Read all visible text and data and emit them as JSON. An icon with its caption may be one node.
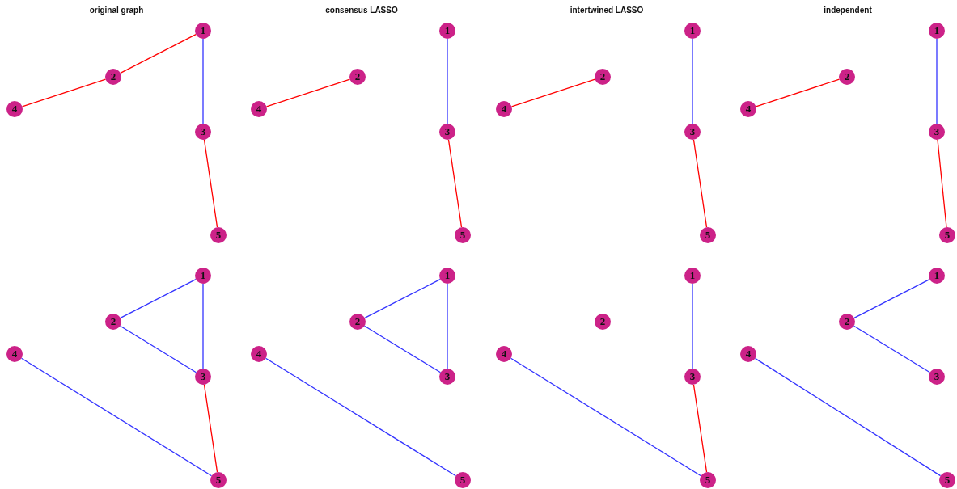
{
  "diagram": {
    "nodes": [
      {
        "text": [
          "1"
        ]
      },
      {
        "text": [
          "2"
        ]
      },
      {
        "text": [
          "3"
        ]
      },
      {
        "text": [
          "4"
        ]
      },
      {
        "text": [
          "5"
        ]
      },
      {
        "text": [
          "1"
        ]
      },
      {
        "text": [
          "2"
        ]
      },
      {
        "text": [
          "3"
        ]
      },
      {
        "text": [
          "4"
        ]
      },
      {
        "text": [
          "5"
        ]
      },
      {
        "text": [
          "1"
        ]
      },
      {
        "text": [
          "2"
        ]
      },
      {
        "text": [
          "3"
        ]
      },
      {
        "text": [
          "4"
        ]
      },
      {
        "text": [
          "5"
        ]
      },
      {
        "text": [
          "1"
        ]
      },
      {
        "text": [
          "2"
        ]
      },
      {
        "text": [
          "3"
        ]
      },
      {
        "text": [
          "4"
        ]
      },
      {
        "text": [
          "5"
        ]
      },
      {
        "text": [
          "1"
        ]
      },
      {
        "text": [
          "2"
        ]
      },
      {
        "text": [
          "3"
        ]
      },
      {
        "text": [
          "4"
        ]
      },
      {
        "text": [
          "5"
        ]
      },
      {
        "text": [
          "1"
        ]
      },
      {
        "text": [
          "2"
        ]
      },
      {
        "text": [
          "3"
        ]
      },
      {
        "text": [
          "4"
        ]
      },
      {
        "text": [
          "5"
        ]
      },
      {
        "text": [
          "1"
        ]
      },
      {
        "text": [
          "2"
        ]
      },
      {
        "text": [
          "3"
        ]
      },
      {
        "text": [
          "4"
        ]
      },
      {
        "text": [
          "5"
        ]
      },
      {
        "text": [
          "1"
        ]
      },
      {
        "text": [
          "2"
        ]
      },
      {
        "text": [
          "3"
        ]
      },
      {
        "text": [
          "4"
        ]
      },
      {
        "text": [
          "5"
        ]
      }
    ],
    "edges": [
      {
        "from": 0,
        "to": 1,
        "arrow": "none",
        "color": "#ff0000"
      },
      {
        "from": 1,
        "to": 3,
        "arrow": "none",
        "color": "#ff0000"
      },
      {
        "from": 0,
        "to": 2,
        "arrow": "none"
      },
      {
        "from": 2,
        "to": 4,
        "arrow": "none",
        "color": "#ff0000"
      },
      {
        "from": 8,
        "to": 6,
        "arrow": "none",
        "color": "#ff0000"
      },
      {
        "from": 5,
        "to": 7,
        "arrow": "none"
      },
      {
        "from": 7,
        "to": 9,
        "arrow": "none",
        "color": "#ff0000"
      },
      {
        "from": 13,
        "to": 11,
        "arrow": "none",
        "color": "#ff0000"
      },
      {
        "from": 10,
        "to": 12,
        "arrow": "none"
      },
      {
        "from": 12,
        "to": 14,
        "arrow": "none",
        "color": "#ff0000"
      },
      {
        "from": 18,
        "to": 16,
        "arrow": "none",
        "color": "#ff0000"
      },
      {
        "from": 15,
        "to": 17,
        "arrow": "none"
      },
      {
        "from": 17,
        "to": 19,
        "arrow": "none",
        "color": "#ff0000"
      },
      {
        "from": 20,
        "to": 21,
        "arrow": "none"
      },
      {
        "from": 20,
        "to": 22,
        "arrow": "none"
      },
      {
        "from": 21,
        "to": 22,
        "arrow": "none"
      },
      {
        "from": 23,
        "to": 24,
        "arrow": "none"
      },
      {
        "from": 22,
        "to": 24,
        "arrow": "none",
        "color": "#ff0000"
      },
      {
        "from": 25,
        "to": 26,
        "arrow": "none"
      },
      {
        "from": 25,
        "to": 27,
        "arrow": "none"
      },
      {
        "from": 26,
        "to": 27,
        "arrow": "none"
      },
      {
        "from": 28,
        "to": 29,
        "arrow": "none"
      },
      {
        "from": 30,
        "to": 32,
        "arrow": "none"
      },
      {
        "from": 32,
        "to": 34,
        "arrow": "none",
        "color": "#ff0000"
      },
      {
        "from": 33,
        "to": 34,
        "arrow": "none"
      },
      {
        "from": 36,
        "to": 35,
        "arrow": "none"
      },
      {
        "from": 36,
        "to": 37,
        "arrow": "none"
      },
      {
        "from": 38,
        "to": 39,
        "arrow": "none"
      }
    ],
    "labels": [
      "original graph",
      "consensus LASSO",
      "intertwined LASSO",
      "independent"
    ]
  }
}
